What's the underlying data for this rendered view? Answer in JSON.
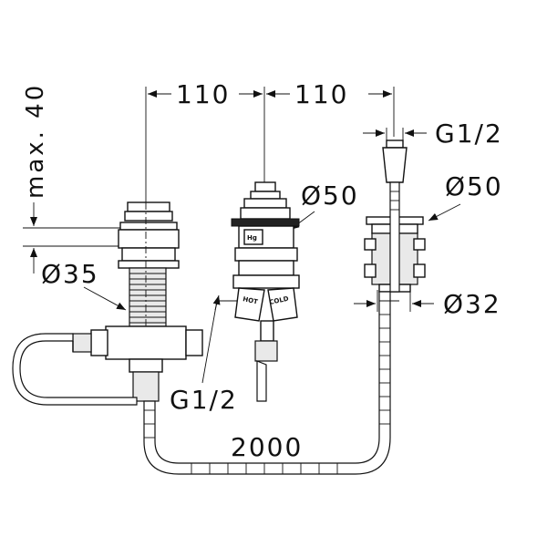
{
  "dimensions": {
    "spacing_left": "110",
    "spacing_right": "110",
    "max_height": "max. 40",
    "thread_top": "G1/2",
    "thread_bottom": "G1/2",
    "diam_valve": "Ø50",
    "diam_flange": "Ø50",
    "diam_left": "Ø35",
    "diam_outlet": "Ø32",
    "hose_length": "2000"
  },
  "valve_labels": {
    "badge": "Hg",
    "hot": "HOT",
    "cold": "COLD"
  }
}
